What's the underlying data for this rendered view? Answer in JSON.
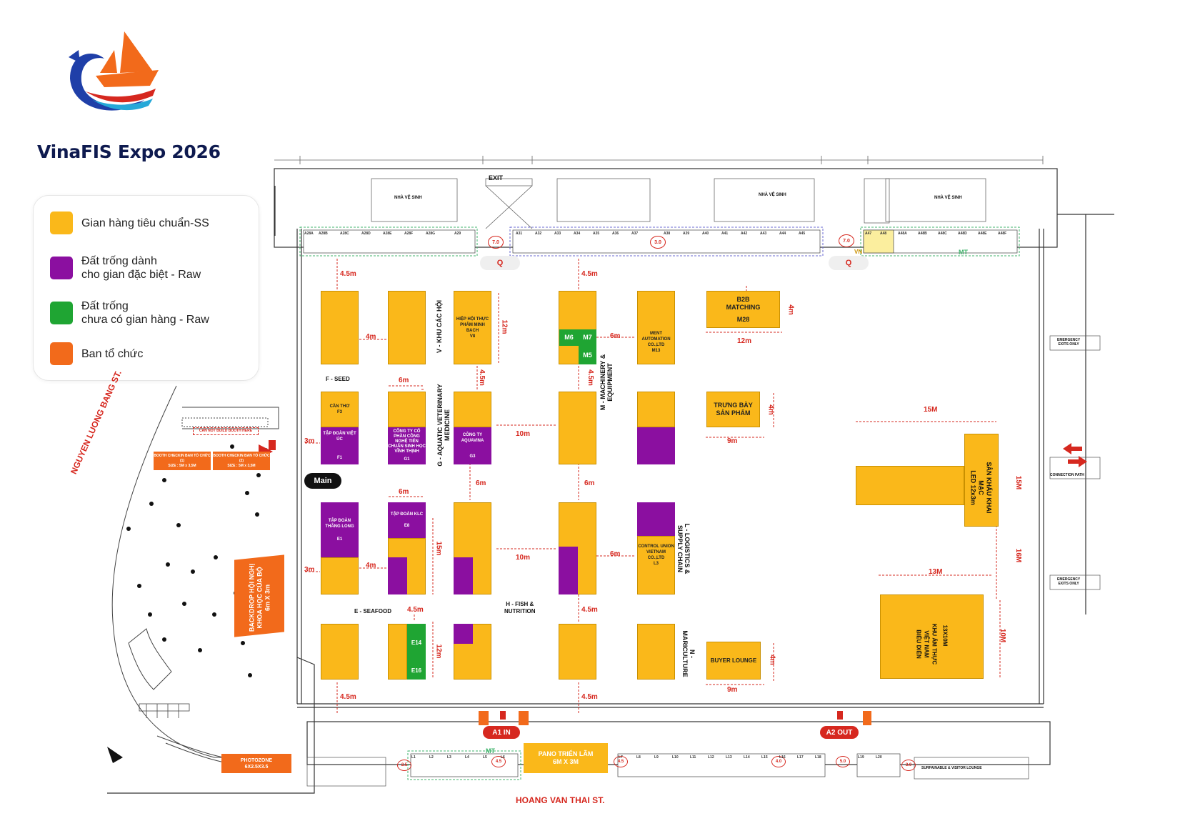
{
  "brand": {
    "name": "VinaFIS Expo 2026"
  },
  "colors": {
    "standard": "#FAB81A",
    "special": "#8B0FA0",
    "empty": "#1FA533",
    "organizer": "#F26A1B",
    "accent_red": "#D6281F"
  },
  "legend": [
    {
      "key": "standard",
      "label": "Gian hàng tiêu chuẩn-SS"
    },
    {
      "key": "special",
      "label": "Đất trống dành\ncho gian đặc biệt - Raw"
    },
    {
      "key": "empty",
      "label": "Đất trống\nchưa có gian hàng - Raw"
    },
    {
      "key": "organizer",
      "label": "Ban tổ chức"
    }
  ],
  "streets": {
    "left": "NGUYEN LUONG BANG ST.",
    "bottom": "HOANG VAN THAI ST."
  },
  "top": {
    "exit": "EXIT",
    "toilet": "NHÀ VỆ SINH",
    "booths_left": [
      "A28A",
      "A28B",
      "A28C",
      "A28D",
      "A28E",
      "A28F",
      "A28G",
      "A29"
    ],
    "booths_mid": [
      "A31",
      "A32",
      "A33",
      "A34",
      "A35",
      "A36",
      "A37",
      "A38",
      "A39",
      "A40",
      "A41",
      "A42",
      "A43",
      "A44",
      "A45"
    ],
    "booths_right": [
      "A47",
      "A48",
      "A48A",
      "A48B",
      "A48C",
      "A48D",
      "A48E",
      "A48F"
    ],
    "heights": [
      "7.0",
      "3.0",
      "7.0"
    ],
    "q": "Q",
    "vn": "VN",
    "mt": "MT"
  },
  "zones": {
    "seed": "F - SEED",
    "veterinary": "G - AQUATIC VETERINARY\nMEDICINE",
    "ip": "V - KHU CÁC HỘI",
    "machinery": "M - MACHINERY &\nEQUIPMENT",
    "logistics": "L - LOGISTICS &\nSUPPLY CHAIN",
    "seafood": "E - SEAFOOD",
    "fish": "H - FISH &\nNUTRITION",
    "mariculture": "N -\nMARICULTURE"
  },
  "booth_labels": {
    "v8": "HIỆP HỘI THỰC PHẨM MINH BẠCH",
    "v8_id": "V8",
    "m6": "M6",
    "m7": "M7",
    "m5": "M5",
    "m13": "MENT AUTOMATION CO.,LTD",
    "m13_id": "M13",
    "f3": "CẦN THƠ",
    "f3_id": "F3",
    "f1": "TẬP ĐOÀN VIỆT ÚC",
    "f1_id": "F1",
    "g1": "CÔNG TY CỔ PHẦN CÔNG NGHỆ TIẾN CHUẨN SINH HỌC VĨNH THỊNH",
    "g1_id": "G1",
    "g3": "CÔNG TY AQUAVINA",
    "g3_id": "G3",
    "e1": "TẬP ĐOÀN THĂNG LONG",
    "e1_id": "E1",
    "e8": "TẬP ĐOÀN KLC",
    "e8_id": "E8",
    "l3": "CONTROL UNION VIETNAM CO.,LTD",
    "l3_id": "L3",
    "e14": "E14",
    "e16": "E16"
  },
  "special_areas": {
    "b2b": "B2B\nMATCHING",
    "b2b_id": "M28",
    "display": "TRƯNG BÀY\nSẢN PHẨM",
    "buyer": "BUYER LOUNGE",
    "stage": "SÂN KHẤU KHAI MẠC\nLED 12x3m",
    "food": "KHU ẨM THỰC\nVIỆT NAM\nBIỂU DIỄN",
    "food_size": "13X10M",
    "main": "Main",
    "checkin1": "BOOTH CHECKIN BAN TỔ CHỨC (1)\nSIZE : 5M x 3,5M",
    "checkin2": "BOOTH CHECKIN BAN TỔ CHỨC (2)\nSIZE : 5M x 3,5M",
    "cannot_build": "CAN NOT BUILD BOOTH HERE",
    "backdrop": "BACKDROP HỘI NGHỊ\nKHOA HỌC CỦA BỘ\n6m X 3m",
    "photozone": "PHOTOZONE\n6X2.5X3.5",
    "pano": "PANO TRIỂN LÃM\n6M X 3M",
    "a1": "A1 IN",
    "a2": "A2 OUT",
    "emergency": "EMERGENCY\nEXITS ONLY",
    "connection": "CONNECTION PATH",
    "lounge": "SURFAINABLE & VISITOR LOUNGE"
  },
  "dimensions": {
    "d45": "4.5m",
    "d4": "4m",
    "d6": "6m",
    "d12": "12m",
    "d3": "3m",
    "d10": "10m",
    "d15": "15m",
    "d9": "9m",
    "d12b": "12m",
    "d4b": "4m",
    "D15": "15M",
    "D16": "16M",
    "D13": "13M",
    "D10": "10M"
  },
  "bottom": {
    "booths": [
      "L1",
      "L2",
      "L3",
      "L4",
      "L5",
      "L6",
      "L7",
      "L8",
      "L9",
      "L10",
      "L11",
      "L12",
      "L13",
      "L14",
      "L15",
      "L16",
      "L17",
      "L18",
      "L19",
      "L20"
    ],
    "heights": [
      "2.5",
      "4.5",
      "4.5",
      "4.0",
      "5.0",
      "3.0"
    ],
    "mt": "MT"
  }
}
